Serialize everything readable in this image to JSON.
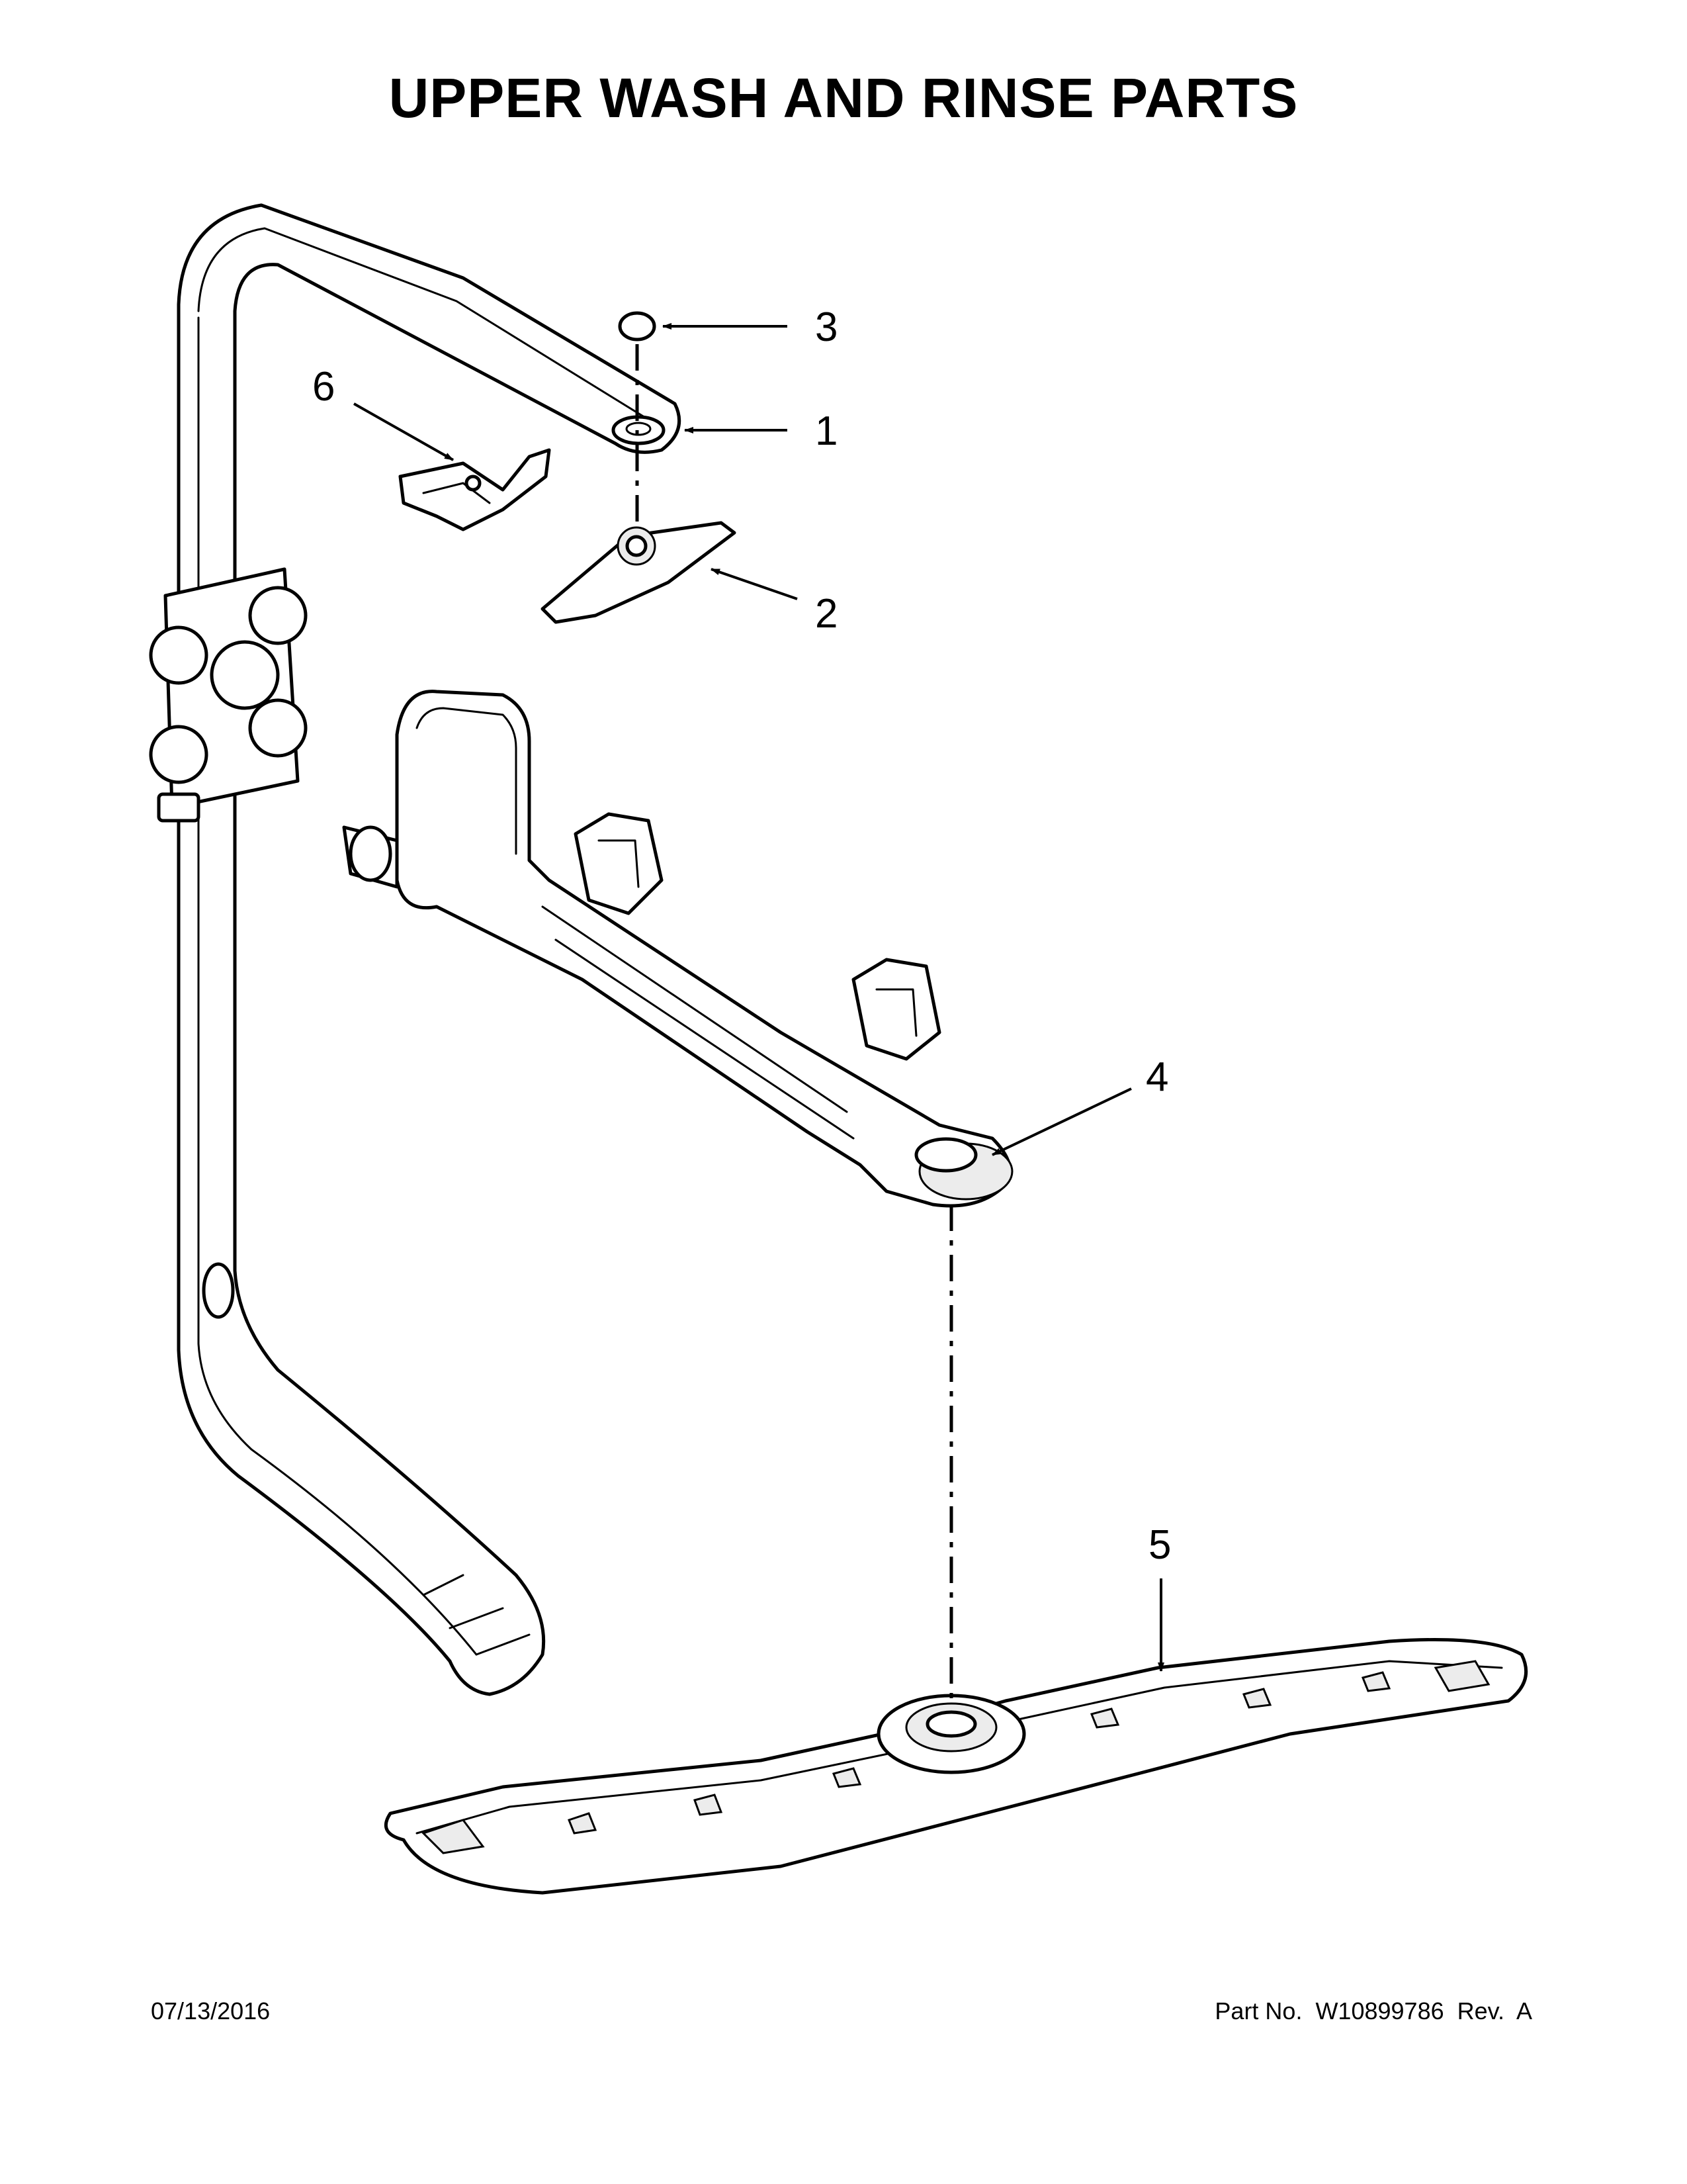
{
  "title": "UPPER WASH AND RINSE PARTS",
  "callouts": [
    {
      "id": "1",
      "label": "1"
    },
    {
      "id": "2",
      "label": "2"
    },
    {
      "id": "3",
      "label": "3"
    },
    {
      "id": "4",
      "label": "4"
    },
    {
      "id": "5",
      "label": "5"
    },
    {
      "id": "6",
      "label": "6"
    }
  ],
  "footer": {
    "date": "07/13/2016",
    "part_text": "Part No.  W10899786  Rev.  A"
  }
}
